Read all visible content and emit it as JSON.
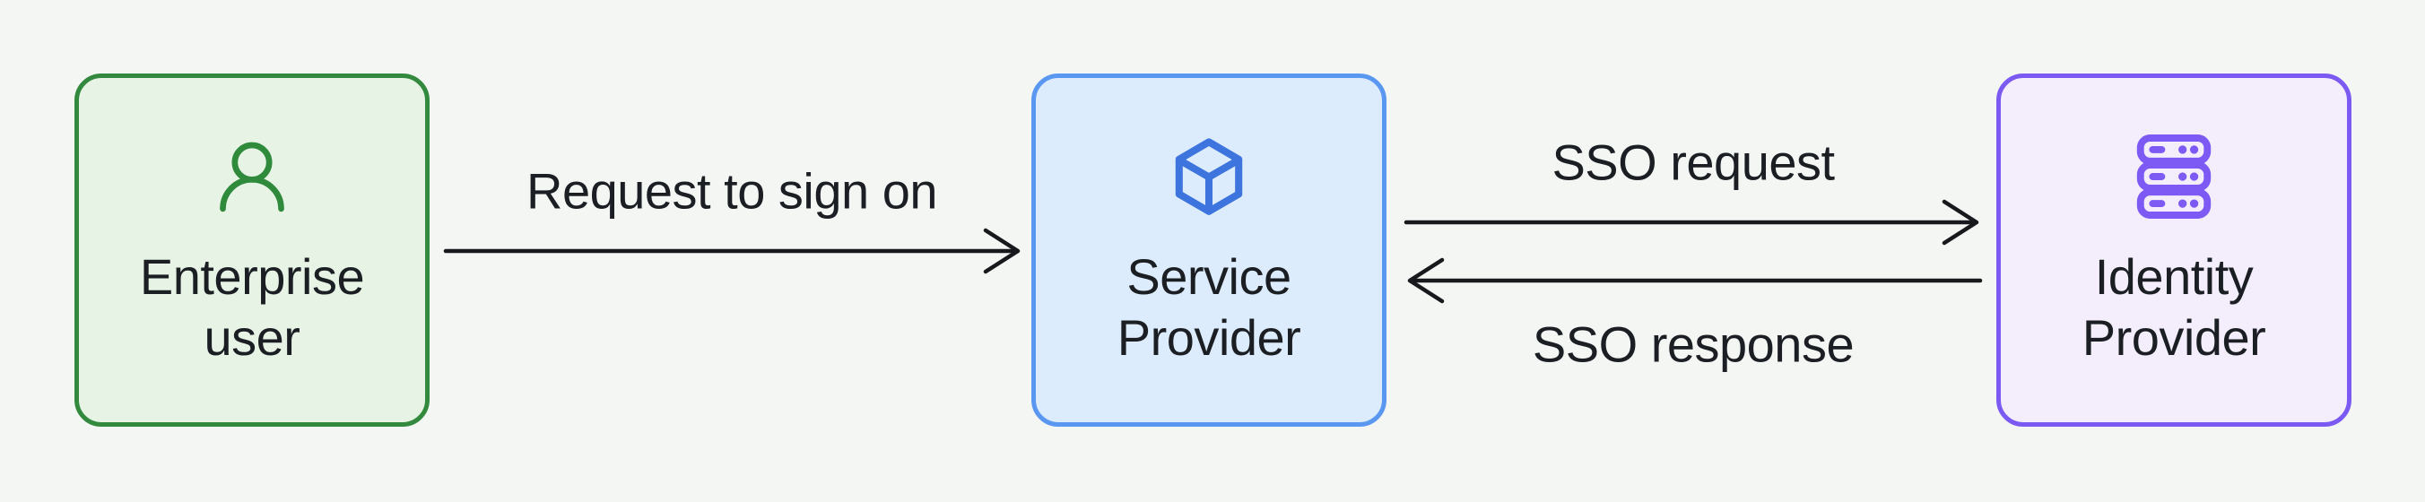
{
  "diagram": {
    "type": "flow",
    "nodes": [
      {
        "id": "enterprise-user",
        "lines": [
          "Enterprise",
          "user"
        ],
        "icon": "user-icon",
        "border_color": "#338a3e",
        "fill_color": "#e6f3e5",
        "icon_color": "#2f8a3c"
      },
      {
        "id": "service-provider",
        "lines": [
          "Service",
          "Provider"
        ],
        "icon": "cube-icon",
        "border_color": "#5997f1",
        "fill_color": "#ddecfc",
        "icon_color": "#3d74dd"
      },
      {
        "id": "identity-provider",
        "lines": [
          "Identity",
          "Provider"
        ],
        "icon": "server-icon",
        "border_color": "#7b59f3",
        "fill_color": "#f3edfc",
        "icon_color": "#7c5af3"
      }
    ],
    "edges": [
      {
        "from": "enterprise-user",
        "to": "service-provider",
        "label": "Request to sign on",
        "direction": "right"
      },
      {
        "from": "service-provider",
        "to": "identity-provider",
        "label": "SSO request",
        "direction": "right"
      },
      {
        "from": "identity-provider",
        "to": "service-provider",
        "label": "SSO response",
        "direction": "left"
      }
    ],
    "colors": {
      "background": "#f4f6f4",
      "arrow": "#17191d",
      "text": "#1b1f24"
    }
  }
}
